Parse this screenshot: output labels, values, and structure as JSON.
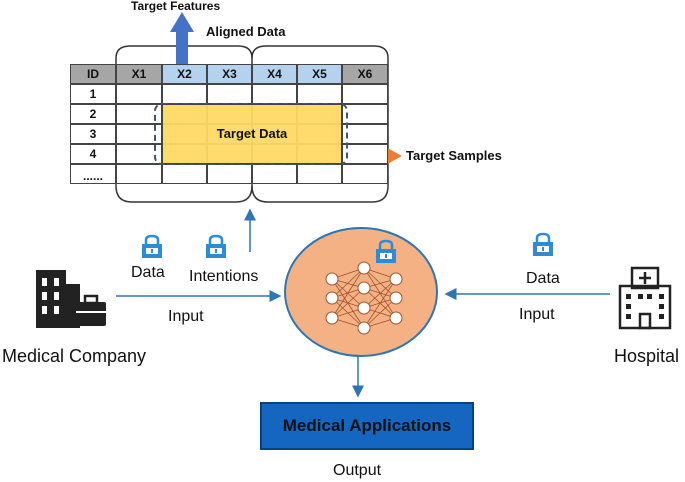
{
  "table": {
    "headers": [
      "ID",
      "X1",
      "X2",
      "X3",
      "X4",
      "X5",
      "X6"
    ],
    "row_ids": [
      "1",
      "2",
      "3",
      "4",
      "......"
    ],
    "target_data_label": "Target Data"
  },
  "labels": {
    "target_features": "Target Features",
    "aligned_data": "Aligned Data",
    "target_samples": "Target Samples",
    "data_left": "Data",
    "intentions": "Intentions",
    "input_left": "Input",
    "medical_company": "Medical Company",
    "data_right": "Data",
    "input_right": "Input",
    "hospital": "Hospital",
    "medical_applications": "Medical Applications",
    "output": "Output"
  },
  "colors": {
    "header_grey": "#a6a6a6",
    "header_blue": "#b4d1ee",
    "target_fill": "#ffd966",
    "model_fill": "#f4b183",
    "arrow_blue": "#2e75b6",
    "arrow_orange": "#ed7d31",
    "lock_blue": "#2e8bd8",
    "app_box": "#1466c0"
  },
  "icons": [
    "building-briefcase-icon",
    "hospital-icon",
    "lock-icon",
    "neural-network-icon"
  ]
}
